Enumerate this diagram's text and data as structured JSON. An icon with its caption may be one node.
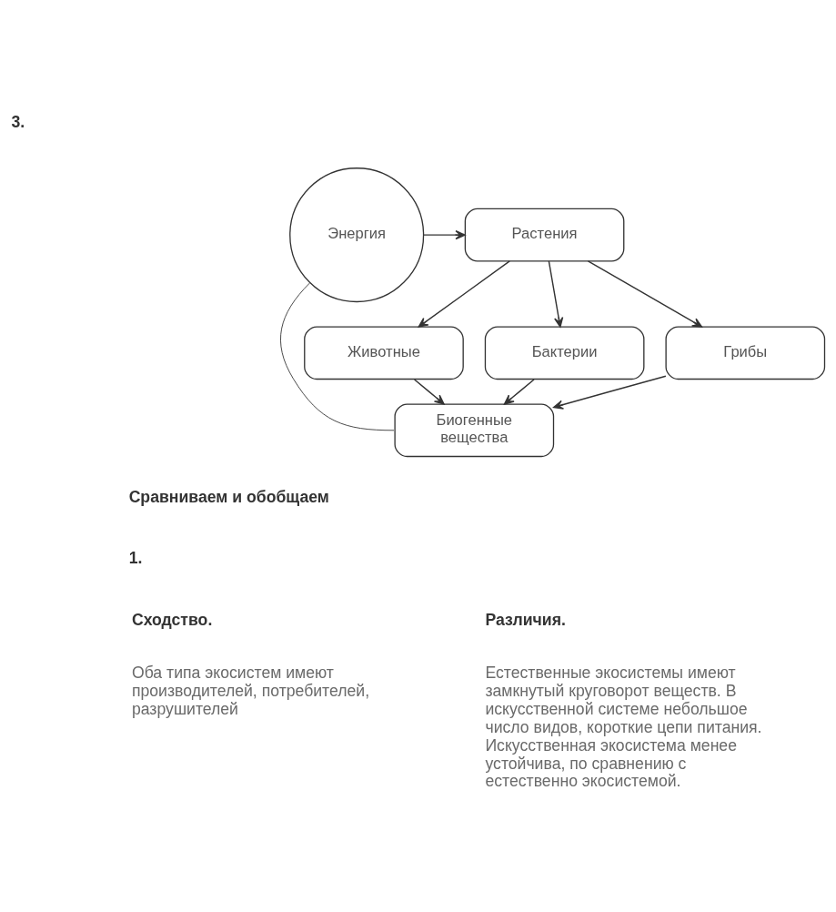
{
  "diagram": {
    "nodes": [
      {
        "text": [
          "Энергия"
        ]
      },
      {
        "text": [
          "Растения"
        ]
      },
      {
        "text": [
          "Животные"
        ]
      },
      {
        "text": [
          "Бактерии"
        ]
      },
      {
        "text": [
          "Грибы"
        ]
      },
      {
        "text": [
          "Биогенные вещества"
        ]
      }
    ],
    "edges": [
      {
        "from": 0,
        "to": 1,
        "arrow": "to"
      },
      {
        "from": 1,
        "to": 2,
        "arrow": "to"
      },
      {
        "from": 1,
        "to": 3,
        "arrow": "to"
      },
      {
        "from": 1,
        "to": 4,
        "arrow": "to"
      },
      {
        "from": 2,
        "to": 5,
        "arrow": "to"
      },
      {
        "from": 3,
        "to": 5,
        "arrow": "to"
      },
      {
        "from": 4,
        "to": 5,
        "arrow": "to"
      },
      {
        "from": 0,
        "to": 5,
        "arrow": "none"
      }
    ],
    "labels": [
      "3.",
      "Сравниваем и обобщаем",
      "1.",
      "Сходство.",
      "Оба типа экосистем имеют производителей, потребителей, разрушителей",
      "Различия.",
      "Естественные экосистемы имеют замкнутый круговорот веществ. В искусственной системе небольшое число видов, короткие цепи питания. Искусственная экосистема менее устойчива, по сравнению с естественно экосистемой."
    ]
  }
}
